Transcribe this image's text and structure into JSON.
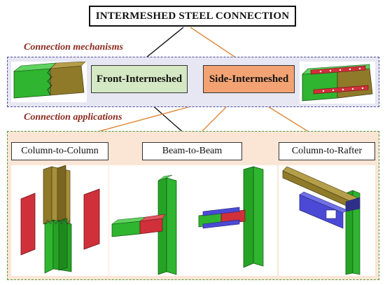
{
  "title": "INTERMESHED STEEL CONNECTION",
  "sections": {
    "mechanisms_label": "Connection mechanisms",
    "applications_label": "Connection applications"
  },
  "mechanisms": [
    {
      "label": "Front-Intermeshed",
      "color": "#d5e8c4"
    },
    {
      "label": "Side-Intermeshed",
      "color": "#f3a373"
    }
  ],
  "applications": [
    {
      "label": "Column-to-Column"
    },
    {
      "label": "Beam-to-Beam"
    },
    {
      "label": "Column-to-Rafter"
    }
  ],
  "colors": {
    "steel_green": "#2fb52f",
    "steel_olive": "#8f7a2a",
    "plate_red": "#d0303a",
    "plate_blue": "#4a4ad6",
    "arrow_black": "#111111",
    "arrow_orange": "#e08a3c"
  }
}
